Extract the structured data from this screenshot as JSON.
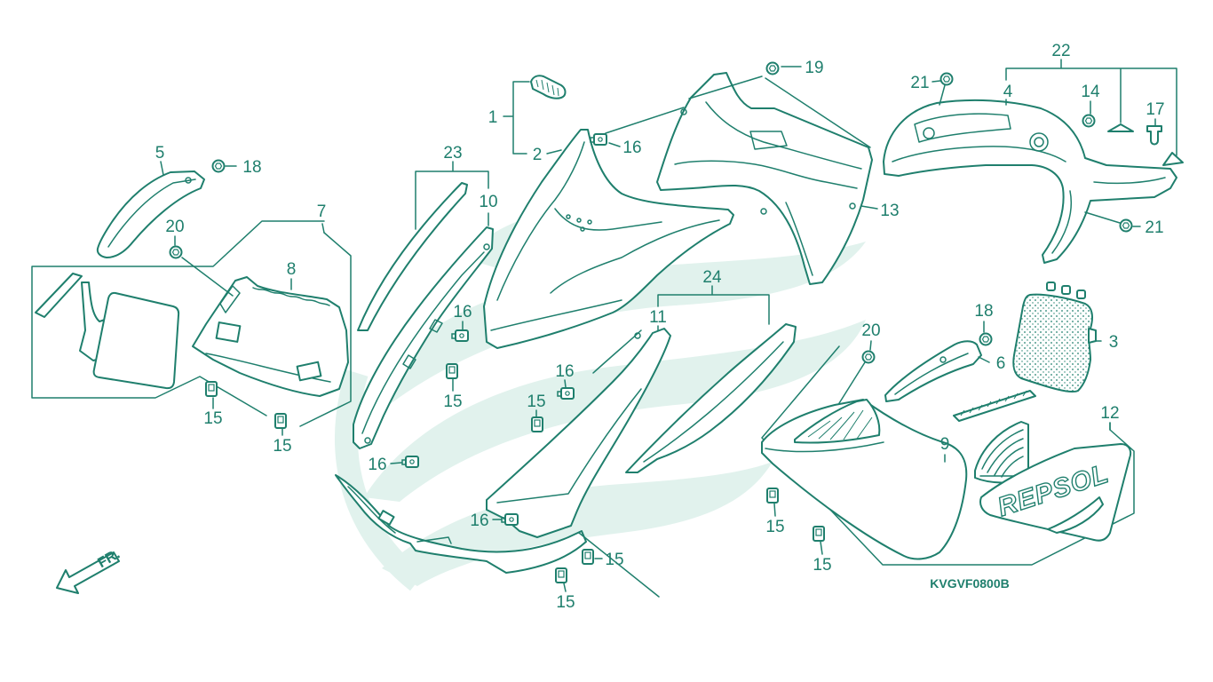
{
  "callouts": [
    "1",
    "2",
    "3",
    "4",
    "5",
    "6",
    "7",
    "8",
    "9",
    "10",
    "11",
    "12",
    "13",
    "14",
    "15",
    "15",
    "15",
    "15",
    "15",
    "15",
    "15",
    "15",
    "16",
    "16",
    "16",
    "16",
    "16",
    "17",
    "18",
    "18",
    "19",
    "20",
    "20",
    "21",
    "21",
    "22",
    "23",
    "24"
  ],
  "diagram_code": "KVGVF0800B",
  "direction_label": "FR.",
  "decal_brand": "REPSOL",
  "icons": {
    "direction": "front-direction-arrow-icon",
    "brand_logo": "wing-logo-icon"
  },
  "colors": {
    "line": "#1f7f6d",
    "watermark": "#e1f2ed",
    "background": "#ffffff"
  }
}
